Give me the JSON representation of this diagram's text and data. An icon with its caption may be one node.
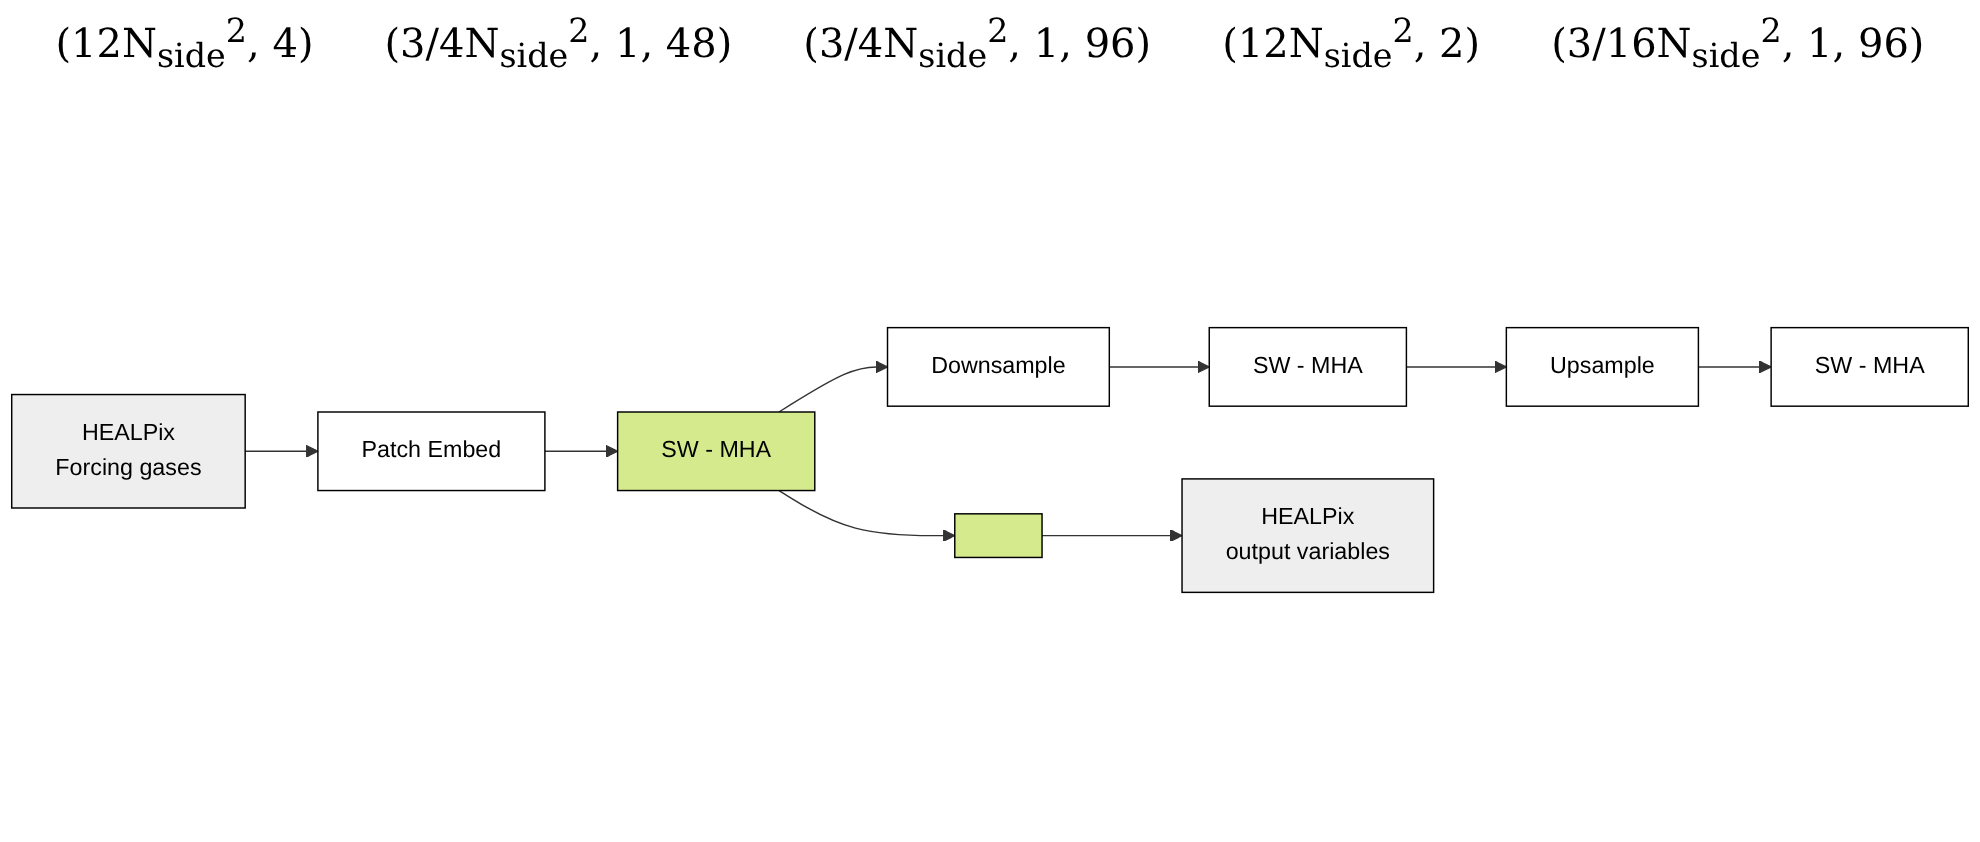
{
  "diagram": {
    "nodes": [
      {
        "text": [
          "HEALPix",
          "Forcing gases"
        ]
      },
      {
        "text": [
          "Patch Embed"
        ]
      },
      {
        "text": [
          "SW - MHA"
        ]
      },
      {
        "text": [
          "Downsample"
        ]
      },
      {
        "text": [
          "SW - MHA"
        ]
      },
      {
        "text": [
          "Upsample"
        ]
      },
      {
        "text": [
          "SW - MHA"
        ]
      },
      {
        "text": [],
        "shape": "box"
      },
      {
        "text": [
          "HEALPix",
          "output variables"
        ]
      }
    ],
    "edges": [
      {
        "from": 0,
        "to": 1,
        "arrow": "to"
      },
      {
        "from": 1,
        "to": 2,
        "arrow": "to"
      },
      {
        "from": 2,
        "to": 3,
        "arrow": "to"
      },
      {
        "from": 3,
        "to": 4,
        "arrow": "to"
      },
      {
        "from": 4,
        "to": 5,
        "arrow": "to"
      },
      {
        "from": 5,
        "to": 6,
        "arrow": "to"
      },
      {
        "from": 2,
        "to": 7,
        "arrow": "to"
      },
      {
        "from": 7,
        "to": 8,
        "arrow": "to"
      }
    ],
    "labels": [
      "(12N$_{side}$$^{2}$, 4)",
      "(3/4N$_{side}$$^{2}$, 1, 48)",
      "(3/4N$_{side}$$^{2}$, 1, 96)",
      "(12N$_{side}$$^{2}$, 2)",
      "(3/16N$_{side}$$^{2}$, 1, 96)"
    ]
  }
}
